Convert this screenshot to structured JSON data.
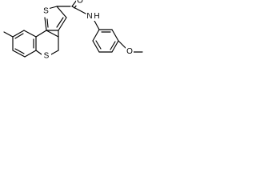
{
  "structure": {
    "atom_labels": {
      "thiophene_sulfur": "S",
      "amide_oxygen": "O",
      "amide_nitrogen": "N",
      "amide_hydrogen": "H",
      "ring_sulfur": "S",
      "ether_oxygen": "O"
    }
  }
}
